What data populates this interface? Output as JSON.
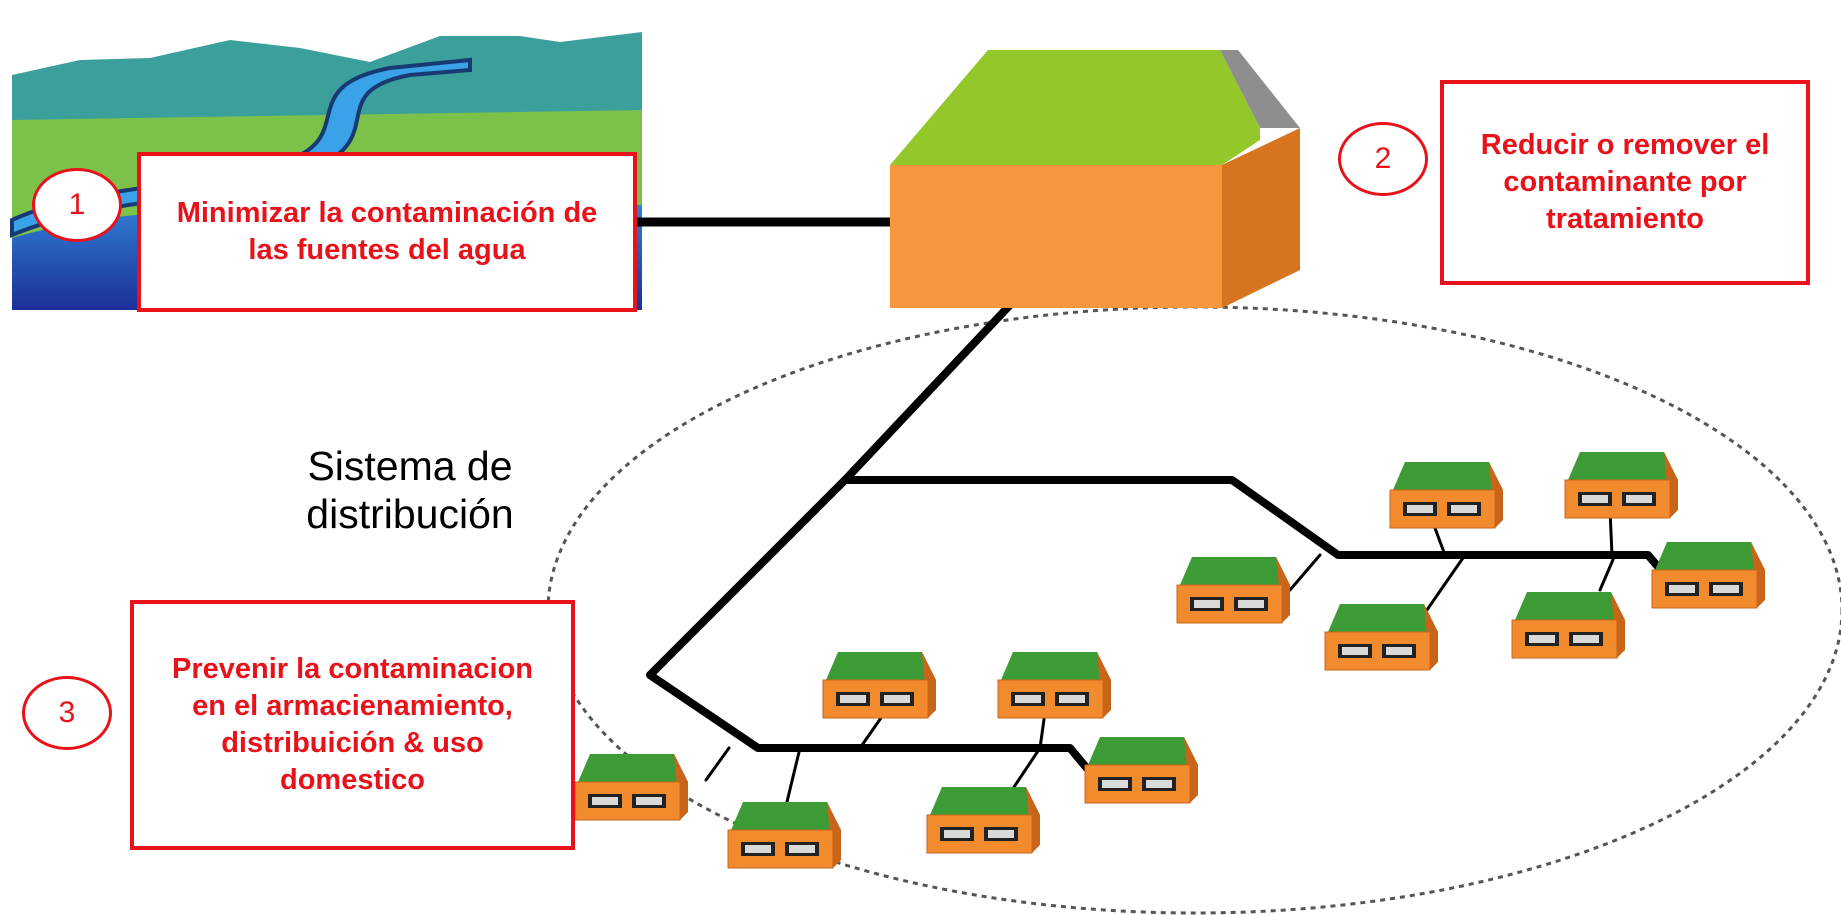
{
  "colors": {
    "accent_red": "#e8121b",
    "roof_green": "#3d9b35",
    "wall_orange": "#f28a2e",
    "plant_top": "#93c72a",
    "plant_front": "#f7963d",
    "plant_side": "#8e8e8e",
    "river_blue": "#3aa2e8",
    "hill_teal": "#3b9f9b",
    "ground_green": "#7cc24a"
  },
  "icons": {
    "source": "river-landscape-icon",
    "plant": "treatment-plant-icon",
    "house": "house-icon"
  },
  "steps": [
    {
      "number": "1",
      "text": "Minimizar la contaminación de las fuentes del agua"
    },
    {
      "number": "2",
      "text": "Reducir o remover el contaminante por tratamiento"
    },
    {
      "number": "3",
      "text": "Prevenir la contaminacion en el armacienamiento, distribuición & uso domestico"
    }
  ],
  "distribution_label": "Sistema de distribución"
}
